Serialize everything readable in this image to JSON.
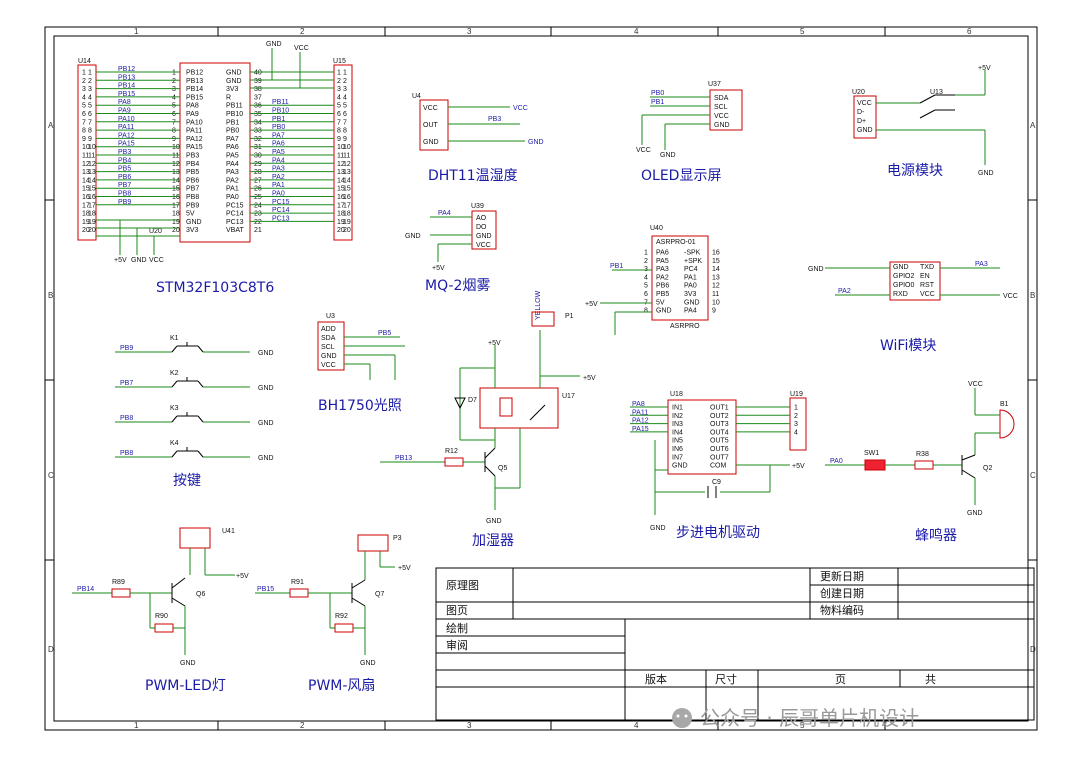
{
  "grid": {
    "columns": [
      "1",
      "2",
      "3",
      "4",
      "5",
      "6"
    ],
    "rows": [
      "A",
      "B",
      "C",
      "D"
    ]
  },
  "titles": {
    "mcu": "STM32F103C8T6",
    "dht11": "DHT11温湿度",
    "oled": "OLED显示屏",
    "power": "电源模块",
    "mq2": "MQ-2烟雾",
    "wifi": "WiFi模块",
    "keys": "按键",
    "bh1750": "BH1750光照",
    "humidifier": "加湿器",
    "stepper": "步进电机驱动",
    "buzzer": "蜂鸣器",
    "pwm_led": "PWM-LED灯",
    "pwm_fan": "PWM-风扇"
  },
  "mcu": {
    "ref_left": "U14",
    "ref_right": "U15",
    "left_pins": [
      "PB12",
      "PB13",
      "PB14",
      "PB15",
      "PA8",
      "PA9",
      "PA10",
      "PA11",
      "PA12",
      "PA15",
      "PB3",
      "PB4",
      "PB5",
      "PB6",
      "PB7",
      "PB8",
      "PB9",
      "5V",
      "GND",
      "3V3"
    ],
    "right_pins": [
      "GND",
      "GND",
      "3V3",
      "R",
      "PB11",
      "PB10",
      "PB1",
      "PB0",
      "PA7",
      "PA6",
      "PA5",
      "PA4",
      "PA3",
      "PA2",
      "PA1",
      "PA0",
      "PC15",
      "PC14",
      "PC13",
      "VBAT"
    ],
    "left_nets": [
      "PB12",
      "PB13",
      "PB14",
      "PB15",
      "PA8",
      "PA9",
      "PA10",
      "PA11",
      "PA12",
      "PA15",
      "PB3",
      "PB4",
      "PB5",
      "PB6",
      "PB7",
      "PB8",
      "PB9"
    ],
    "right_nets": [
      "PB11",
      "PB10",
      "PB1",
      "PB0",
      "PA7",
      "PA6",
      "PA5",
      "PA4",
      "PA3",
      "PA2",
      "PA1",
      "PA0",
      "PC15",
      "PC14",
      "PC13"
    ],
    "right_pin_nums": [
      "40",
      "39",
      "38",
      "37",
      "36",
      "35",
      "34",
      "33",
      "32",
      "31",
      "30",
      "29",
      "28",
      "27",
      "26",
      "25",
      "24",
      "23",
      "22",
      "21"
    ],
    "vcc_labels": [
      "+5V",
      "GND",
      "VCC",
      "GND",
      "VCC"
    ],
    "ref_mid": "U20"
  },
  "dht11": {
    "ref": "U4",
    "pins": [
      "VCC",
      "OUT",
      "GND"
    ],
    "nets": [
      "VCC",
      "PB3",
      "GND"
    ]
  },
  "oled": {
    "ref": "U37",
    "pins": [
      "SDA",
      "SCL",
      "VCC",
      "GND"
    ],
    "nets": [
      "PB0",
      "PB1",
      "VCC",
      "GND"
    ]
  },
  "power": {
    "ref_a": "U20",
    "ref_b": "U13",
    "pins": [
      "VCC",
      "D-",
      "D+",
      "GND"
    ],
    "vcc": "+5V",
    "gnd": "GND"
  },
  "mq2": {
    "ref": "U39",
    "pins": [
      "AO",
      "DO",
      "GND",
      "VCC"
    ],
    "net": "PA4",
    "gnd": "GND",
    "vcc": "+5V"
  },
  "asr": {
    "ref": "U40",
    "name": "ASRPRO-01",
    "left_pins": [
      "PA6",
      "PA5",
      "PA3",
      "PA2",
      "PB6",
      "PB5",
      "5V",
      "GND"
    ],
    "right_pins": [
      "-SPK",
      "+SPK",
      "PC4",
      "PA1",
      "PA0",
      "3V3",
      "GND",
      "PA4"
    ],
    "left_nums": [
      "1",
      "2",
      "3",
      "4",
      "5",
      "6",
      "7",
      "8"
    ],
    "right_nums": [
      "16",
      "15",
      "14",
      "13",
      "12",
      "11",
      "10",
      "9"
    ],
    "footer": "ASRPRO",
    "net": "PB1",
    "vcc": "+5V"
  },
  "wifi": {
    "left_pins": [
      "GND",
      "GPIO2",
      "GPIO0",
      "RXD"
    ],
    "right_pins": [
      "TXD",
      "EN",
      "RST",
      "VCC"
    ],
    "nets_left": [
      "GND",
      "PA2"
    ],
    "net_right": "PA3",
    "vcc": "VCC"
  },
  "keys": [
    {
      "ref": "K1",
      "net": "PB9",
      "gnd": "GND"
    },
    {
      "ref": "K2",
      "net": "PB7",
      "gnd": "GND"
    },
    {
      "ref": "K3",
      "net": "PB8",
      "gnd": "GND"
    },
    {
      "ref": "K4",
      "net": "PB8",
      "gnd": "GND"
    }
  ],
  "bh1750": {
    "ref": "U3",
    "pins": [
      "ADD",
      "SDA",
      "SCL",
      "GND",
      "VCC"
    ],
    "net": "PB5"
  },
  "humidifier": {
    "ref_relay": "U17",
    "ref_diode": "D7",
    "ref_r": "R12",
    "ref_q": "Q5",
    "net": "PB13",
    "vcc": "+5V",
    "gnd": "GND",
    "ref_p": "P1",
    "p_label": "YELLOW"
  },
  "stepper": {
    "ref": "U18",
    "ref_out": "U19",
    "in_pins": [
      "IN1",
      "IN2",
      "IN3",
      "IN4",
      "IN5",
      "IN6",
      "IN7",
      "GND"
    ],
    "out_pins": [
      "OUT1",
      "OUT2",
      "OUT3",
      "OUT4",
      "OUT5",
      "OUT6",
      "OUT7",
      "COM"
    ],
    "nets": [
      "PA8",
      "PA11",
      "PA12",
      "PA15"
    ],
    "cap": "C9",
    "vcc": "+5V",
    "gnd": "GND"
  },
  "buzzer": {
    "ref": "B1",
    "ref_q": "Q2",
    "ref_r": "R38",
    "ref_sw": "SW1",
    "net": "PA0",
    "vcc": "VCC",
    "gnd": "GND"
  },
  "pwm_led": {
    "ref": "U41",
    "ref_q": "Q6",
    "r1": "R89",
    "r2": "R90",
    "net": "PB14",
    "vcc": "+5V",
    "gnd": "GND"
  },
  "pwm_fan": {
    "ref": "P3",
    "ref_q": "Q7",
    "r1": "R91",
    "r2": "R92",
    "net": "PB15",
    "vcc": "+5V",
    "gnd": "GND"
  },
  "title_block": {
    "schematic": "原理图",
    "page": "图页",
    "drawn": "绘制",
    "review": "审阅",
    "update_date": "更新日期",
    "create_date": "创建日期",
    "material_no": "物料编码",
    "version": "版本",
    "size": "尺寸",
    "page_no": "页",
    "total": "共"
  },
  "watermark": "公众号 · 辰哥单片机设计"
}
